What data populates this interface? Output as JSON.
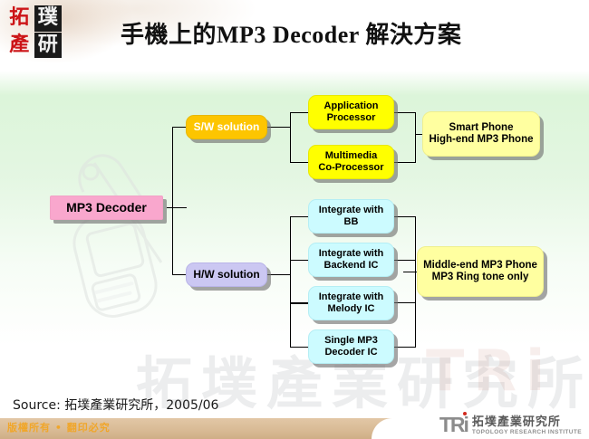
{
  "slide": {
    "title": "手機上的MP3 Decoder 解決方案",
    "source_line": "Source: 拓墣產業研究所，2005/06",
    "copyright": "版權所有 • 翻印必究"
  },
  "logo": {
    "chars": [
      "拓",
      "璞",
      "產",
      "研"
    ],
    "red": "#cc1417",
    "black": "#1a1a1a"
  },
  "diagram": {
    "root": {
      "label": "MP3 Decoder",
      "color": "#f9a7cd"
    },
    "branches": [
      {
        "label": "S/W solution",
        "color": "#fdc500"
      },
      {
        "label": "H/W solution",
        "color": "#cbc7f2"
      }
    ],
    "sw_children": [
      {
        "line1": "Application",
        "line2": "Processor",
        "color": "#ffff00"
      },
      {
        "line1": "Multimedia",
        "line2": "Co-Processor",
        "color": "#ffff00"
      }
    ],
    "hw_children": [
      {
        "line1": "Integrate with",
        "line2": "BB",
        "color": "#ccfbff"
      },
      {
        "line1": "Integrate with",
        "line2": "Backend IC",
        "color": "#ccfbff"
      },
      {
        "line1": "Integrate with",
        "line2": "Melody   IC",
        "color": "#ccfbff"
      },
      {
        "line1": "Single MP3",
        "line2": "Decoder IC",
        "color": "#ccfbff"
      }
    ],
    "outcomes": [
      {
        "line1": "Smart Phone",
        "line2": "High-end MP3 Phone",
        "color": "#ffffa0"
      },
      {
        "line1": "Middle-end MP3 Phone",
        "line2": "MP3 Ring tone only",
        "color": "#ffffa0"
      }
    ]
  },
  "footer": {
    "brand_mark": "TRi",
    "brand_cn": "拓墣產業研究所",
    "brand_en": "TOPOLOGY RESEARCH INSTITUTE"
  },
  "watermark": {
    "grey_text": "拓墣產業研究所",
    "red_text": "TRi"
  }
}
